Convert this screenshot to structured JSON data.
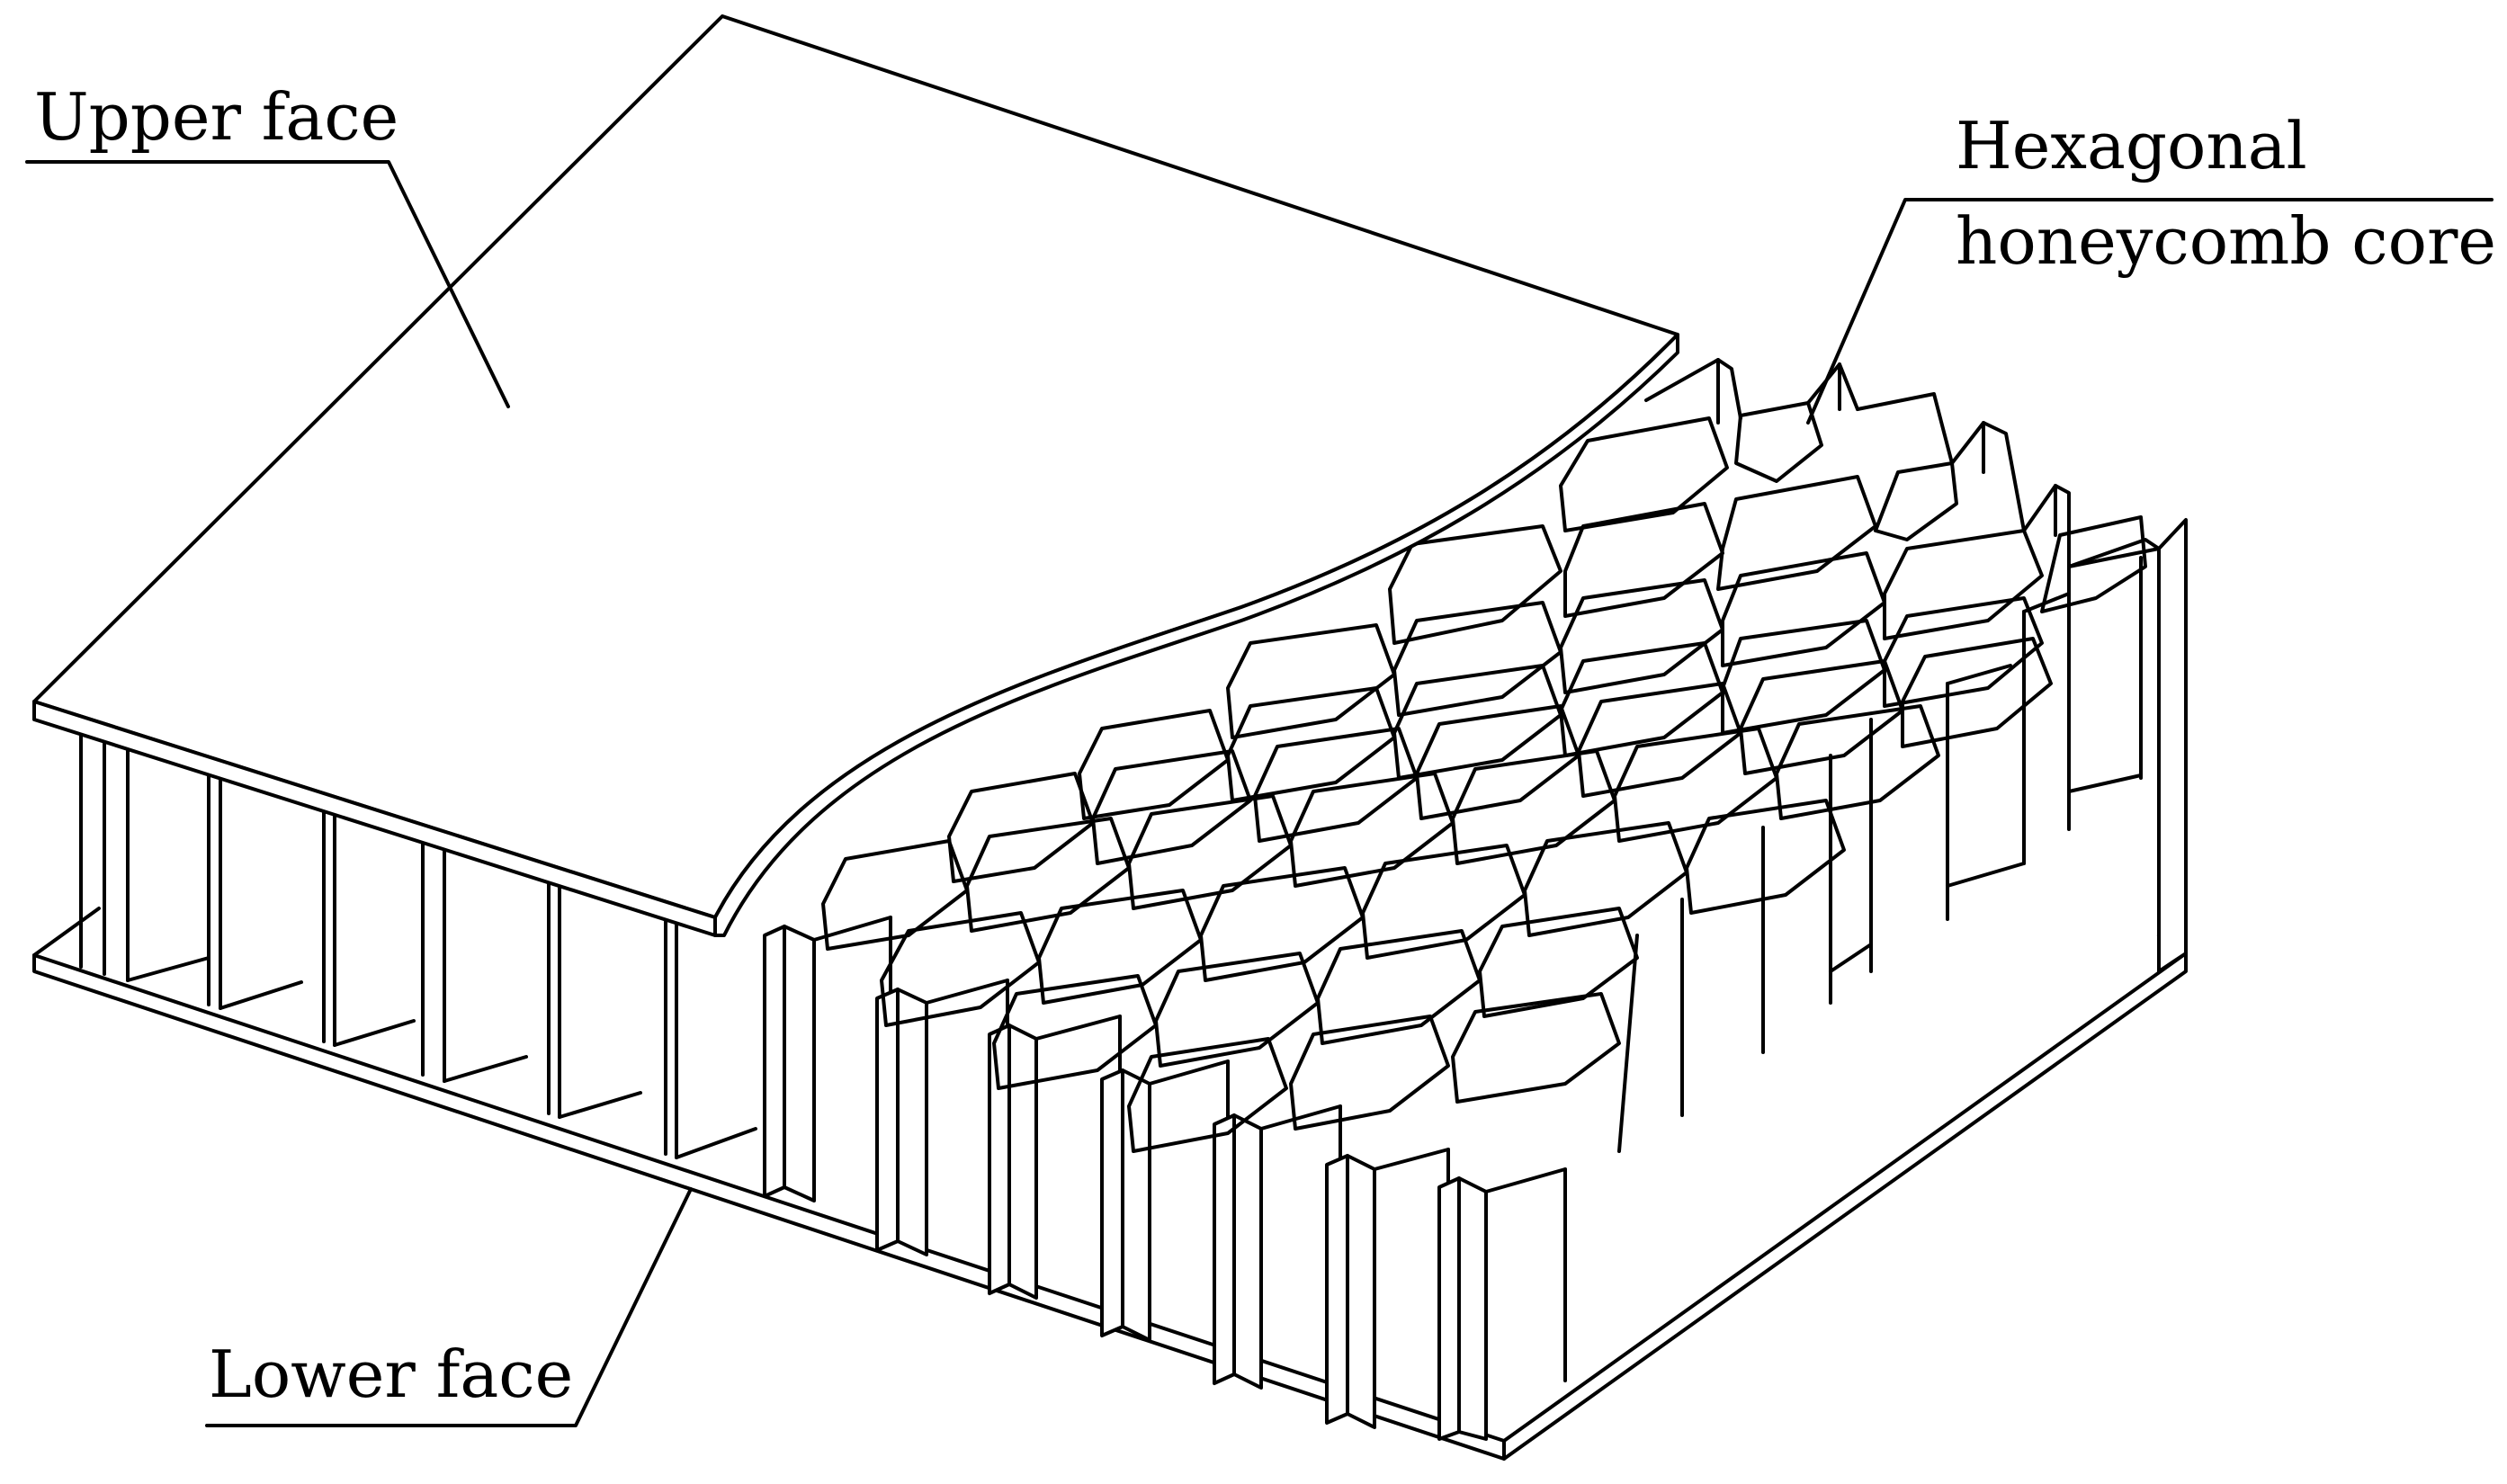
{
  "labels": {
    "upper_face": "Upper face",
    "core_line1": "Hexagonal",
    "core_line2": "honeycomb core",
    "lower_face": "Lower face"
  },
  "style": {
    "line_color": "#000000",
    "background": "#ffffff"
  }
}
